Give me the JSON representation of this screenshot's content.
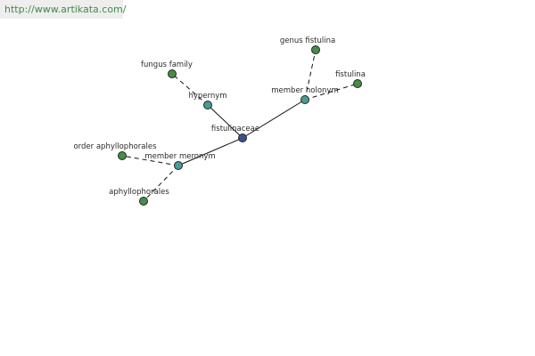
{
  "watermark": {
    "text": "http://www.artikata.com/"
  },
  "colors": {
    "center": "#3b4d94",
    "relation": "#4a9a96",
    "leaf": "#4a8a4a",
    "edge": "#111111"
  },
  "graph": {
    "nodes": [
      {
        "id": "fistulinaceae",
        "label": "fistulinaceae",
        "kind": "center"
      },
      {
        "id": "hypernym",
        "label": "hypernym",
        "kind": "relation"
      },
      {
        "id": "member_holonym",
        "label": "member holonym",
        "kind": "relation"
      },
      {
        "id": "member_meronym",
        "label": "member meronym",
        "kind": "relation"
      },
      {
        "id": "fungus_family",
        "label": "fungus family",
        "kind": "leaf"
      },
      {
        "id": "genus_fistulina",
        "label": "genus fistulina",
        "kind": "leaf"
      },
      {
        "id": "fistulina",
        "label": "fistulina",
        "kind": "leaf"
      },
      {
        "id": "order_aphyllophorales",
        "label": "order aphyllophorales",
        "kind": "leaf"
      },
      {
        "id": "aphyllophorales",
        "label": "aphyllophorales",
        "kind": "leaf"
      }
    ],
    "edges": [
      {
        "from": "fistulinaceae",
        "to": "hypernym",
        "style": "solid"
      },
      {
        "from": "fistulinaceae",
        "to": "member_holonym",
        "style": "solid"
      },
      {
        "from": "fistulinaceae",
        "to": "member_meronym",
        "style": "solid"
      },
      {
        "from": "hypernym",
        "to": "fungus_family",
        "style": "dashed"
      },
      {
        "from": "member_holonym",
        "to": "genus_fistulina",
        "style": "dashed"
      },
      {
        "from": "member_holonym",
        "to": "fistulina",
        "style": "dashed"
      },
      {
        "from": "member_meronym",
        "to": "order_aphyllophorales",
        "style": "dashed"
      },
      {
        "from": "member_meronym",
        "to": "aphyllophorales",
        "style": "dashed"
      }
    ]
  }
}
